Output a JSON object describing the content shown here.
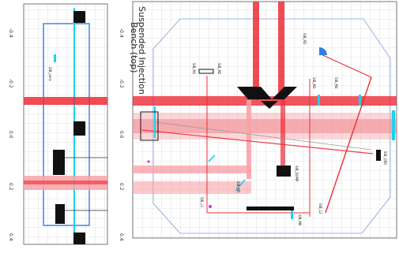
{
  "title": {
    "line1": "Suspended Injection",
    "line2": "Bench (top)"
  },
  "left_axis_ticks": [
    "0.4",
    "0.2",
    "0.0",
    "-0.2",
    "-0.4"
  ],
  "main_axis_ticks": [
    "0.4",
    "0.2",
    "0.0",
    "-0.2",
    "-0.4"
  ],
  "element_labels": {
    "small_cyan": "SIB_Lens",
    "beam_dump": "SIB_DUMP",
    "qpd": "SIB_QPD",
    "mirror_a": "SIB_M1",
    "mirror_b": "SIB_M2",
    "mirror_c": "SIB_M3",
    "mirror_d": "SIB_M4",
    "mirror_e": "SIB_M5",
    "mirror_f": "SIB_M6",
    "lens_1": "SIB_L1",
    "lens_2": "SIB_L2",
    "pd": "SIB_PD"
  },
  "colors": {
    "beam_strong": "#ee2b36",
    "beam_soft": "#f7a3a8",
    "cyan": "#1fd0e8",
    "blue_outline": "#2f7fe0",
    "grid": "#c9c9c9",
    "component": "#111111"
  }
}
